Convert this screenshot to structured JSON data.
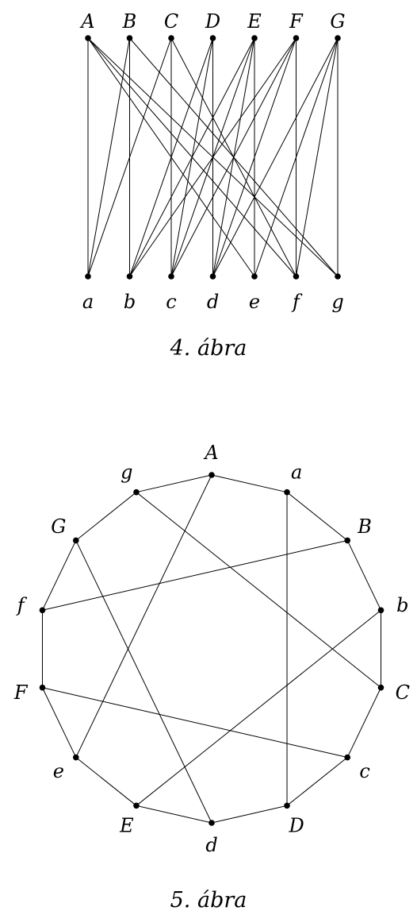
{
  "figure4": {
    "caption": "4. ábra",
    "top_labels": [
      "A",
      "B",
      "C",
      "D",
      "E",
      "F",
      "G"
    ],
    "bottom_labels": [
      "a",
      "b",
      "c",
      "d",
      "e",
      "f",
      "g"
    ],
    "edges": [
      [
        "A",
        "a"
      ],
      [
        "A",
        "e"
      ],
      [
        "A",
        "f"
      ],
      [
        "A",
        "g"
      ],
      [
        "B",
        "a"
      ],
      [
        "B",
        "b"
      ],
      [
        "B",
        "g"
      ],
      [
        "C",
        "a"
      ],
      [
        "C",
        "c"
      ],
      [
        "C",
        "f"
      ],
      [
        "D",
        "b"
      ],
      [
        "D",
        "c"
      ],
      [
        "D",
        "d"
      ],
      [
        "E",
        "b"
      ],
      [
        "E",
        "c"
      ],
      [
        "E",
        "d"
      ],
      [
        "E",
        "e"
      ],
      [
        "F",
        "b"
      ],
      [
        "F",
        "c"
      ],
      [
        "F",
        "d"
      ],
      [
        "F",
        "f"
      ],
      [
        "G",
        "d"
      ],
      [
        "G",
        "e"
      ],
      [
        "G",
        "f"
      ],
      [
        "G",
        "g"
      ]
    ]
  },
  "figure5": {
    "caption": "5. ábra",
    "cycle": [
      "A",
      "a",
      "B",
      "b",
      "C",
      "c",
      "D",
      "d",
      "E",
      "e",
      "F",
      "f",
      "G",
      "g"
    ],
    "chords": [
      [
        "a",
        "D"
      ],
      [
        "g",
        "C"
      ],
      [
        "A",
        "e"
      ],
      [
        "f",
        "B"
      ],
      [
        "G",
        "d"
      ],
      [
        "F",
        "c"
      ],
      [
        "b",
        "E"
      ]
    ]
  }
}
